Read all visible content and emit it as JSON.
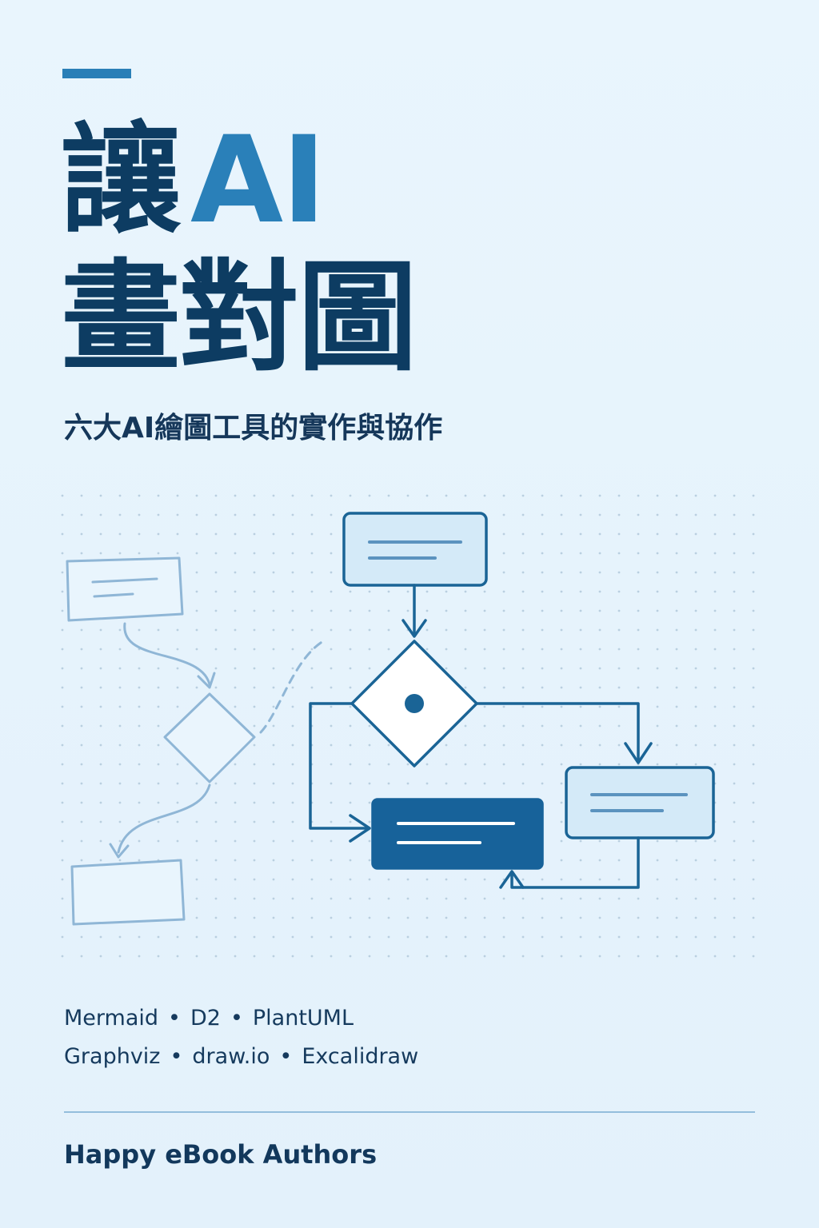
{
  "title": {
    "line1_prefix": "讓",
    "line1_highlight": "AI",
    "line2": "畫對圖"
  },
  "subtitle": "六大AI繪圖工具的實作與協作",
  "tools": {
    "row1": [
      "Mermaid",
      "D2",
      "PlantUML"
    ],
    "row2": [
      "Graphviz",
      "draw.io",
      "Excalidraw"
    ],
    "separator": "•"
  },
  "author": "Happy eBook Authors",
  "colors": {
    "background": "#e8f4fc",
    "navy": "#0d3c62",
    "accent_blue": "#2a80b9",
    "diagram_stroke": "#1a6496",
    "sketch_stroke": "#8fb6d6",
    "box_fill": "#d4eaf8",
    "dark_box_fill": "#17629a"
  }
}
